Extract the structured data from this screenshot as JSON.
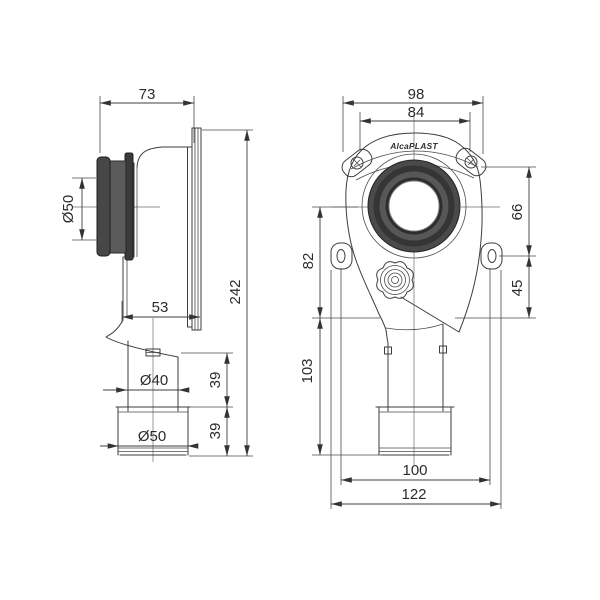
{
  "drawing": {
    "brand_label": "AlcaPLAST",
    "side_view": {
      "depth_from_wall": "73",
      "inlet_diameter": "Ø50",
      "body_depth": "53",
      "pipe_diameter": "Ø40",
      "outlet_sleeve_diameter": "Ø50",
      "pipe_exposed_length": "39",
      "sleeve_length": "39",
      "overall_height": "242"
    },
    "front_view": {
      "body_width_outer": "98",
      "top_holes_spacing": "84",
      "top_to_side_holes": "66",
      "side_holes_to_body_bottom": "45",
      "center_to_body_bottom": "82",
      "body_bottom_to_outlet_end": "103",
      "side_holes_spacing": "100",
      "overall_width": "122"
    }
  }
}
